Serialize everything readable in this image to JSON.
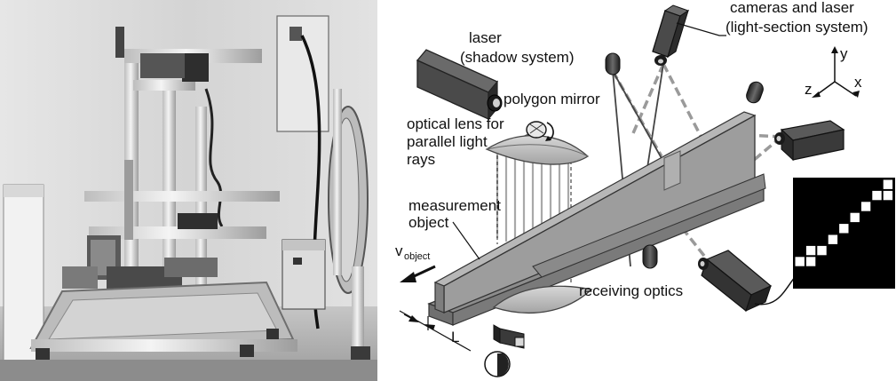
{
  "labels": {
    "laser_line1": "laser",
    "laser_line2": "(shadow system)",
    "polygon_mirror": "polygon mirror",
    "optical_lens_line1": "optical lens for",
    "optical_lens_line2": "parallel light",
    "optical_lens_line3": "rays",
    "measurement_line1": "measurement",
    "measurement_line2": "object",
    "velocity_main": "v",
    "velocity_sub": "object",
    "receiving_optics": "receiving optics",
    "length_L": "L",
    "cameras_line1": "cameras and laser",
    "cameras_line2": "(light-section system)",
    "axis_x": "x",
    "axis_y": "y",
    "axis_z": "z"
  },
  "colors": {
    "device_dark": "#3a3a3a",
    "beam_gray": "#a9a9a9",
    "object_gray": "#9d9d9d",
    "photo_bg": "#dcdcdc",
    "sensor_bg": "#000000",
    "sensor_pixel": "#ffffff"
  },
  "photo": {
    "name": "measurement-setup-photo"
  },
  "sensor_image": {
    "name": "camera-sensor-pixel-image",
    "pixels_lit": [
      [
        8,
        0
      ],
      [
        8,
        1
      ],
      [
        7,
        1
      ],
      [
        6,
        2
      ],
      [
        5,
        3
      ],
      [
        4,
        4
      ],
      [
        3,
        5
      ],
      [
        2,
        6
      ],
      [
        1,
        6
      ],
      [
        0,
        7
      ],
      [
        1,
        7
      ]
    ]
  }
}
